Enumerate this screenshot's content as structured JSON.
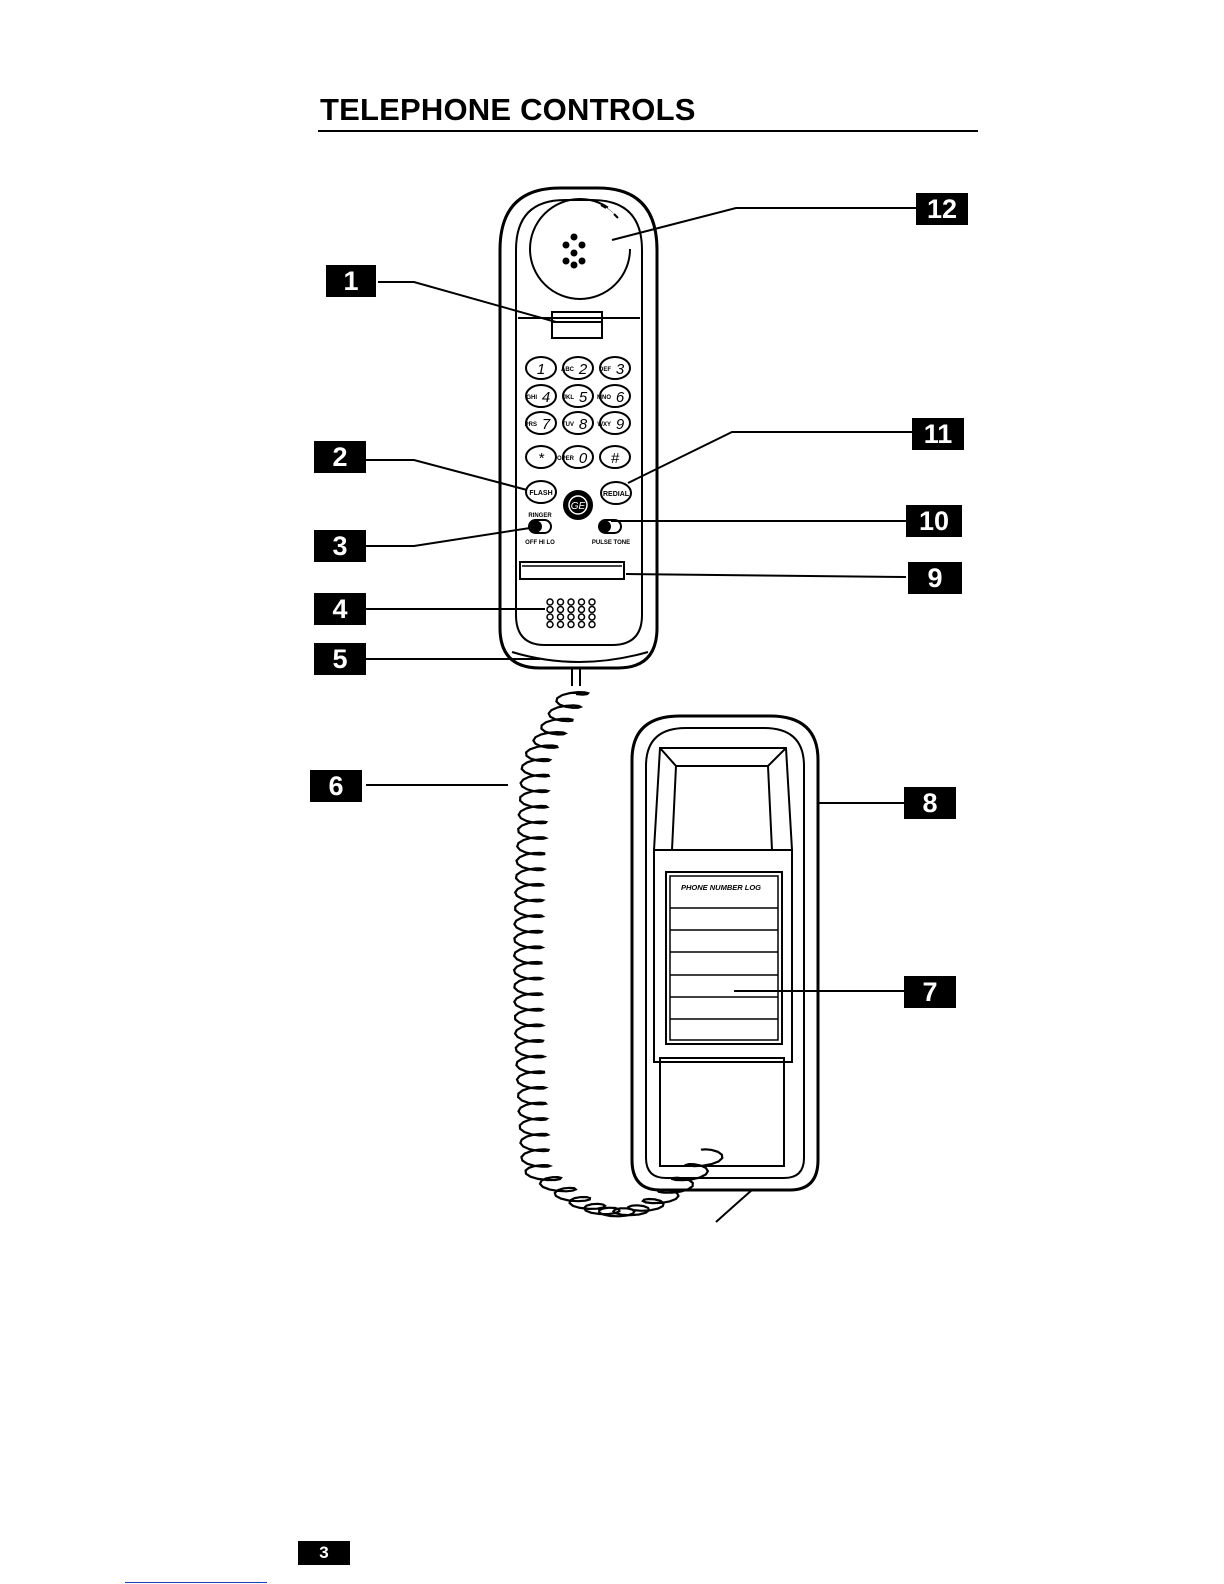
{
  "page": {
    "title": "TELEPHONE CONTROLS",
    "page_number": "3"
  },
  "callouts": [
    "1",
    "2",
    "3",
    "4",
    "5",
    "6",
    "7",
    "8",
    "9",
    "10",
    "11",
    "12"
  ],
  "handset": {
    "keys": [
      {
        "digit": "1",
        "letters": ""
      },
      {
        "digit": "2",
        "letters": "ABC"
      },
      {
        "digit": "3",
        "letters": "DEF"
      },
      {
        "digit": "4",
        "letters": "GHI"
      },
      {
        "digit": "5",
        "letters": "JKL"
      },
      {
        "digit": "6",
        "letters": "MNO"
      },
      {
        "digit": "7",
        "letters": "PRS"
      },
      {
        "digit": "8",
        "letters": "TUV"
      },
      {
        "digit": "9",
        "letters": "WXY"
      },
      {
        "digit": "*",
        "letters": ""
      },
      {
        "digit": "0",
        "letters": "OPER"
      },
      {
        "digit": "#",
        "letters": ""
      }
    ],
    "flash_label": "FLASH",
    "redial_label": "REDIAL",
    "ringer_label": "RINGER",
    "ringer_positions": "OFF HI LO",
    "dial_mode_label": "PULSE TONE",
    "logo": "GE"
  },
  "base": {
    "log_title": "PHONE NUMBER LOG"
  }
}
